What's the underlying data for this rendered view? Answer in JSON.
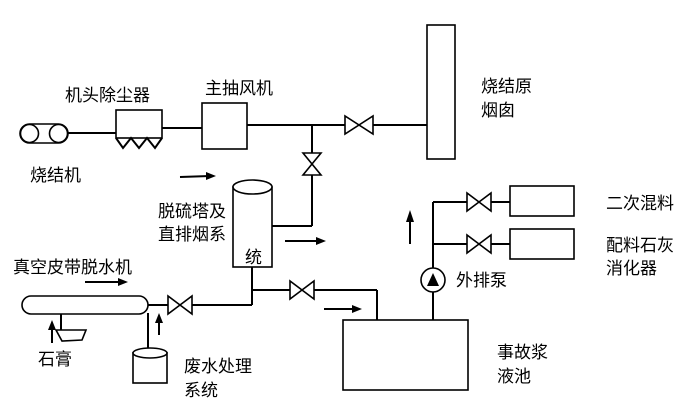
{
  "labels": {
    "sintering_machine": "烧结机",
    "head_dust_collector": "机头除尘器",
    "main_exhaust_fan": "主抽风机",
    "original_chimney_line1": "烧结原",
    "original_chimney_line2": "烟囱",
    "desulfurization_line1": "脱硫塔及",
    "desulfurization_line2": "直排烟系",
    "desulfurization_line3": "统",
    "vacuum_belt_filter": "真空皮带脱水机",
    "gypsum": "石膏",
    "wastewater_line1": "废水处理",
    "wastewater_line2": "系统",
    "secondary_mixing": "二次混料",
    "lime_slaker_line1": "配料石灰",
    "lime_slaker_line2": "消化器",
    "discharge_pump": "外排泵",
    "emergency_tank_line1": "事故浆",
    "emergency_tank_line2": "液池"
  },
  "icons": {
    "valve": "butterfly-valve-icon",
    "pump": "pump-icon",
    "flow": "flow-arrow-icon"
  }
}
